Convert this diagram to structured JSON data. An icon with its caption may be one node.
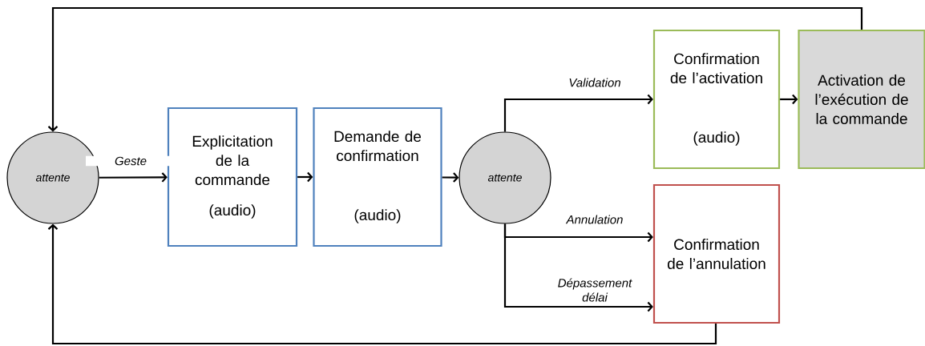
{
  "diagram": {
    "nodes": [
      {
        "text": [
          "attente"
        ]
      },
      {
        "text": [
          "Explicitation de la commande",
          "(audio)"
        ]
      },
      {
        "text": [
          "Demande de confirmation",
          "(audio)"
        ]
      },
      {
        "text": [
          "attente"
        ]
      },
      {
        "text": [
          "Confirmation de l’activation",
          "(audio)"
        ]
      },
      {
        "text": [
          "Activation de l’exécution de la commande"
        ]
      },
      {
        "text": [
          "Confirmation de l’annulation"
        ]
      }
    ],
    "edges": [
      {
        "from": 0,
        "to": 1,
        "arrow": "to",
        "label": "Geste"
      },
      {
        "from": 1,
        "to": 2,
        "arrow": "to"
      },
      {
        "from": 2,
        "to": 3,
        "arrow": "to"
      },
      {
        "from": 3,
        "to": 4,
        "arrow": "to",
        "label": "Validation"
      },
      {
        "from": 4,
        "to": 5,
        "arrow": "to"
      },
      {
        "from": 5,
        "to": 0,
        "arrow": "to"
      },
      {
        "from": 3,
        "to": 6,
        "arrow": "to",
        "label": "Annulation"
      },
      {
        "from": 3,
        "to": 6,
        "arrow": "to",
        "label": "Dépassement délai"
      },
      {
        "from": 6,
        "to": 0,
        "arrow": "to"
      }
    ]
  }
}
